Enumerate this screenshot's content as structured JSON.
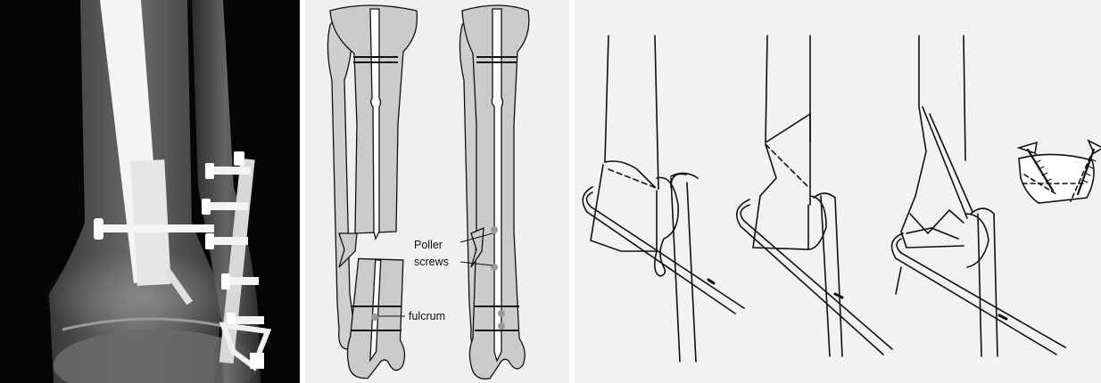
{
  "figure": {
    "panels": [
      {
        "id": "xray",
        "kind": "radiograph"
      },
      {
        "id": "nail",
        "kind": "diagram"
      },
      {
        "id": "ankle",
        "kind": "diagram"
      }
    ],
    "annotations": {
      "poller_line1": "Poller",
      "poller_line2": "screws",
      "fulcrum": "fulcrum"
    },
    "colors": {
      "bone_fill": "#c9c9c9",
      "outline": "#111111",
      "xray_bg": "#050505",
      "implant": "#f2f2f2",
      "panel_bg": "#f0f0f0"
    }
  }
}
